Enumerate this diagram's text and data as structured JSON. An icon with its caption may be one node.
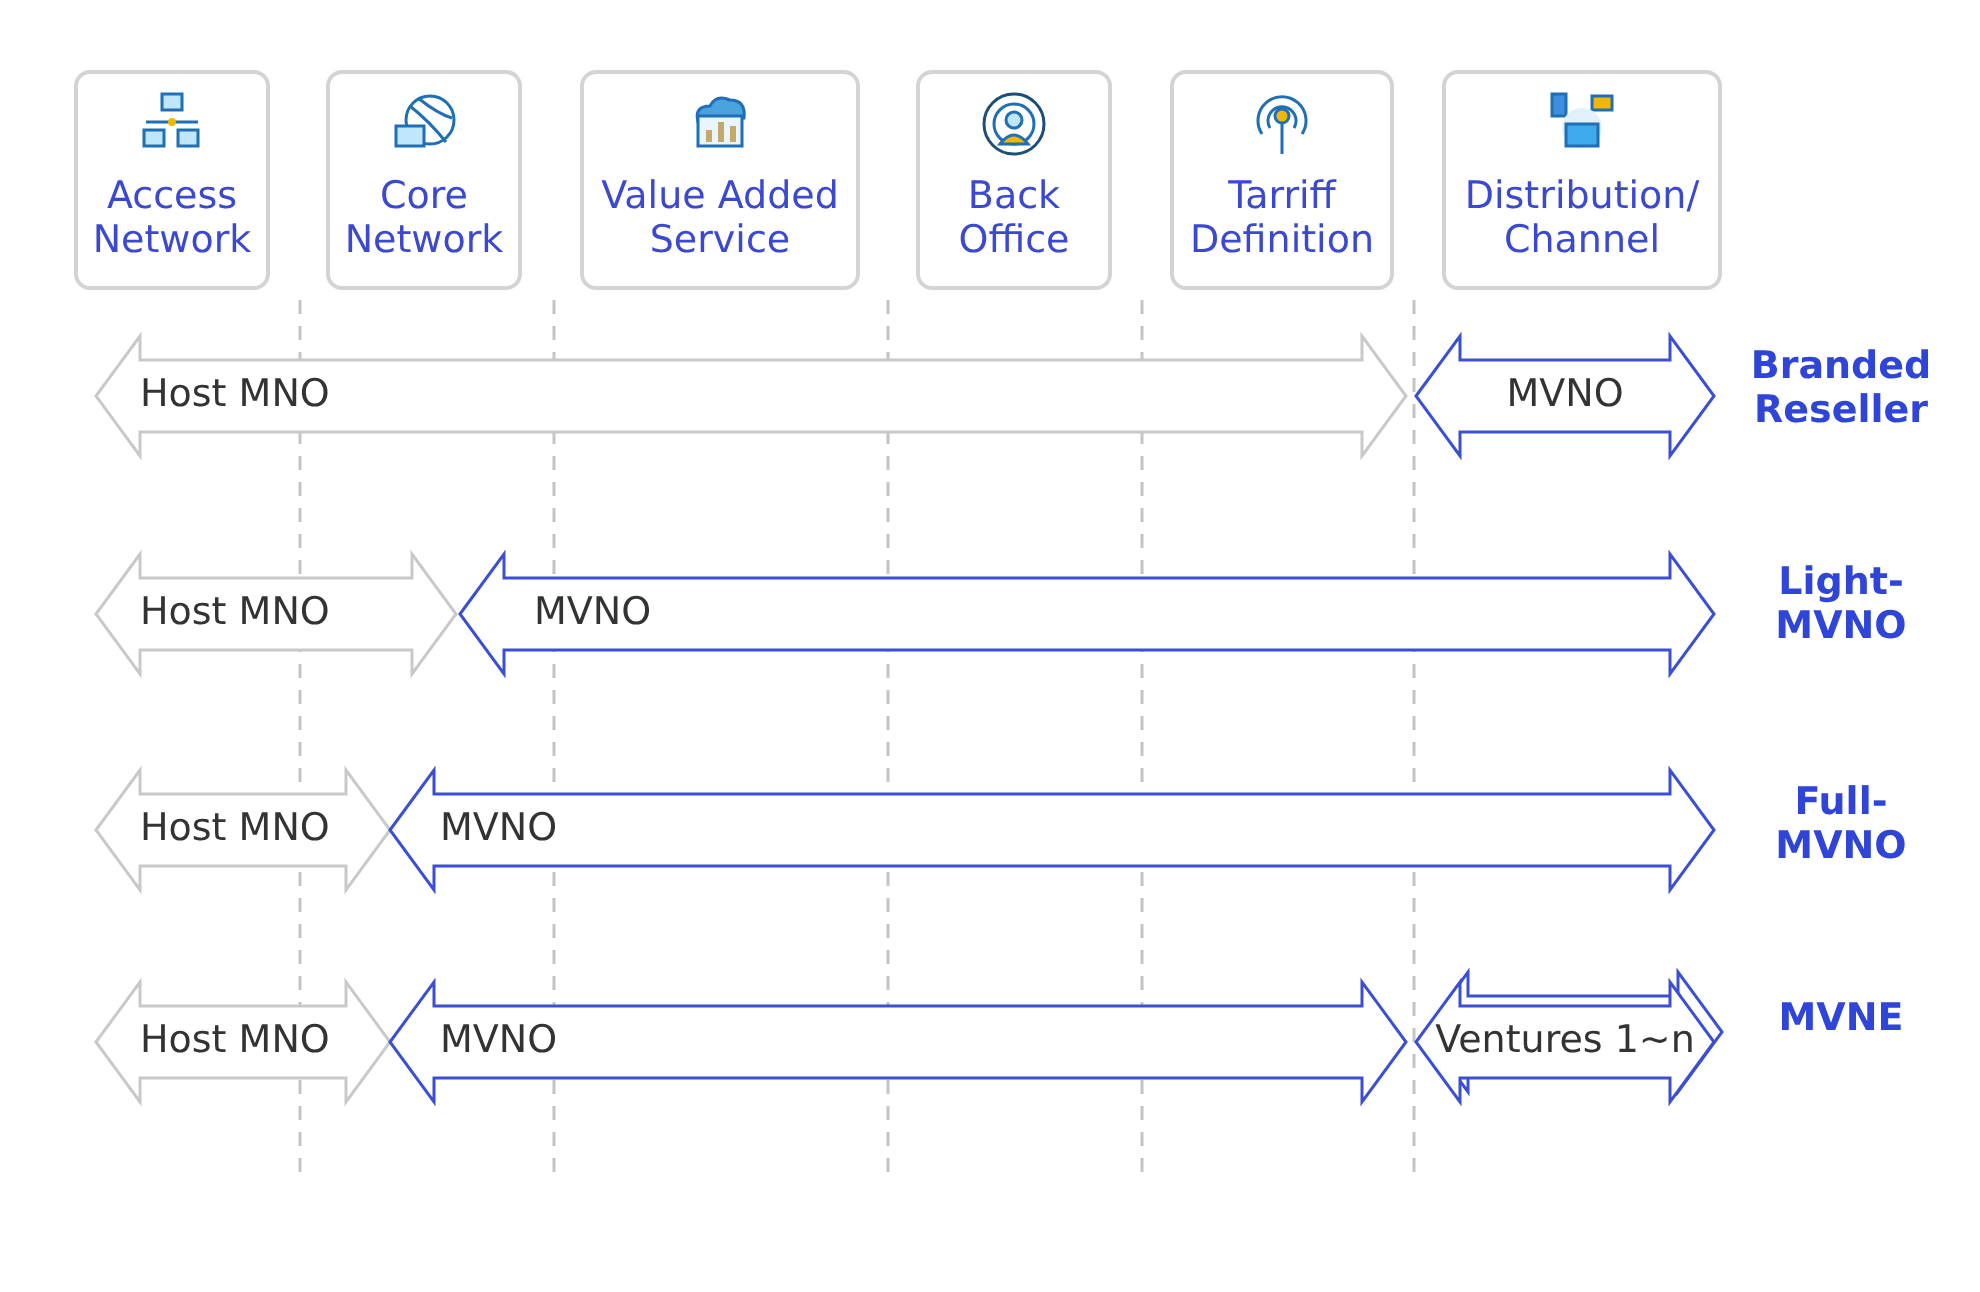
{
  "diagram": {
    "nodes": [
      {
        "text": [
          "Access Network"
        ]
      },
      {
        "text": [
          "Core Network"
        ]
      },
      {
        "text": [
          "Value Added Service"
        ]
      },
      {
        "text": [
          "Back Office"
        ]
      },
      {
        "text": [
          "Tarriff Definition"
        ]
      },
      {
        "text": [
          "Distribution/ Channel"
        ]
      },
      {
        "text": [
          "Host MNO"
        ]
      },
      {
        "text": [
          "MVNO"
        ]
      },
      {
        "text": [
          "Host MNO"
        ]
      },
      {
        "text": [
          "MVNO"
        ]
      },
      {
        "text": [
          "Host MNO"
        ]
      },
      {
        "text": [
          "MVNO"
        ]
      },
      {
        "text": [
          "Host MNO"
        ]
      },
      {
        "text": [
          "MVNO"
        ]
      },
      {
        "text": [
          "Ventures 1~n"
        ]
      }
    ],
    "labels": [
      "Branded Reseller",
      "Light-MVNO",
      "Full-MVNO",
      "MVNE"
    ]
  }
}
